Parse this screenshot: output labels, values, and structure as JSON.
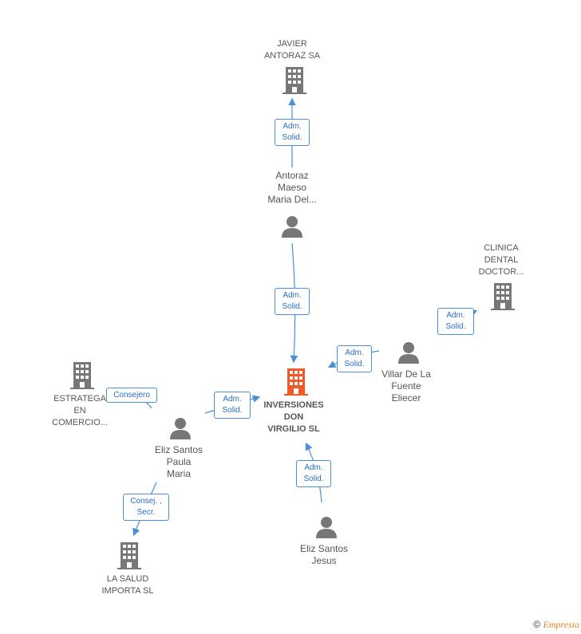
{
  "nodes": {
    "javier": "JAVIER\nANTORAZ SA",
    "antoraz": "Antoraz\nMaeso\nMaria Del...",
    "clinica": "CLINICA\nDENTAL\nDOCTOR...",
    "villar": "Villar De La\nFuente\nEliecer",
    "inversiones": "INVERSIONES\nDON\nVIRGILIO  SL",
    "estratega": "ESTRATEGA\nEN\nCOMERCIO...",
    "eliz_paula": "Eliz Santos\nPaula\nMaria",
    "eliz_jesus": "Eliz Santos\nJesus",
    "la_salud": "LA SALUD\nIMPORTA  SL"
  },
  "relations": {
    "r1": "Adm.\nSolid.",
    "r2": "Adm.\nSolid.",
    "r3": "Adm.\nSolid.",
    "r4": "Adm.\nSolid.",
    "r5": "Adm.\nSolid.",
    "r6": "Consejero",
    "r7": "Adm.\nSolid.",
    "r8": "Consej. ,\nSecr."
  },
  "footer": {
    "copyright": "©",
    "brand": "Empresia"
  },
  "colors": {
    "focus": "#f05a28",
    "node": "#777777",
    "edge": "#4a90d9"
  }
}
